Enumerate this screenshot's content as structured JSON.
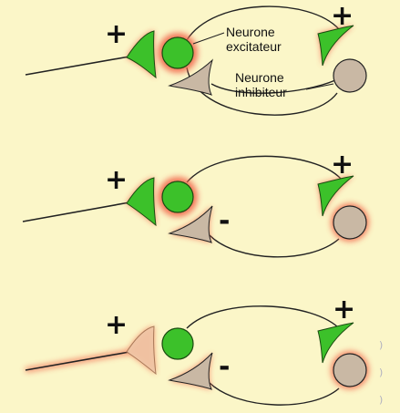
{
  "labels": {
    "excitatory_neuron": [
      "Neurone",
      "excitateur"
    ],
    "inhibitory_neuron": [
      "Neurone",
      "inhibiteur"
    ]
  },
  "panels": [
    {
      "left_sign": "+",
      "right_sign": "+",
      "inhibitory_sign": ""
    },
    {
      "left_sign": "+",
      "right_sign": "+",
      "inhibitory_sign": "-"
    },
    {
      "left_sign": "+",
      "right_sign": "+",
      "inhibitory_sign": "-"
    }
  ],
  "colors": {
    "background": "#fbf6c8",
    "excitatory": "#3cc12a",
    "inhibitory": "#c9b8a4",
    "glow": "#f26a4f",
    "line": "#222222"
  }
}
